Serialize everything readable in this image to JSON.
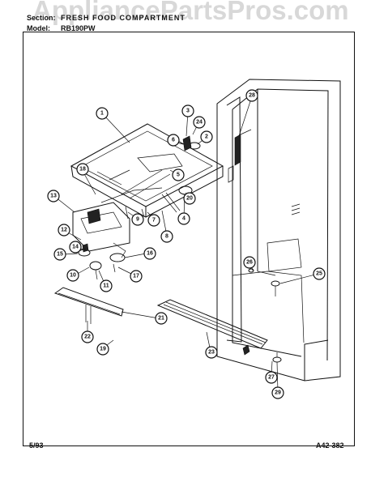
{
  "watermark": "AppliancePartsPros.com",
  "header": {
    "section_label": "Section:",
    "section_text": "FRESH FOOD COMPARTMENT",
    "model_label": "Model:",
    "model_text": "RB190PW"
  },
  "footer": {
    "date_code": "5/93",
    "page_code": "A42-382"
  },
  "callouts": [
    "1",
    "2",
    "3",
    "4",
    "5",
    "6",
    "7",
    "8",
    "9",
    "10",
    "11",
    "12",
    "13",
    "14",
    "15",
    "16",
    "17",
    "18",
    "19",
    "20",
    "21",
    "22",
    "23",
    "24",
    "25",
    "26",
    "27",
    "28",
    "29"
  ]
}
